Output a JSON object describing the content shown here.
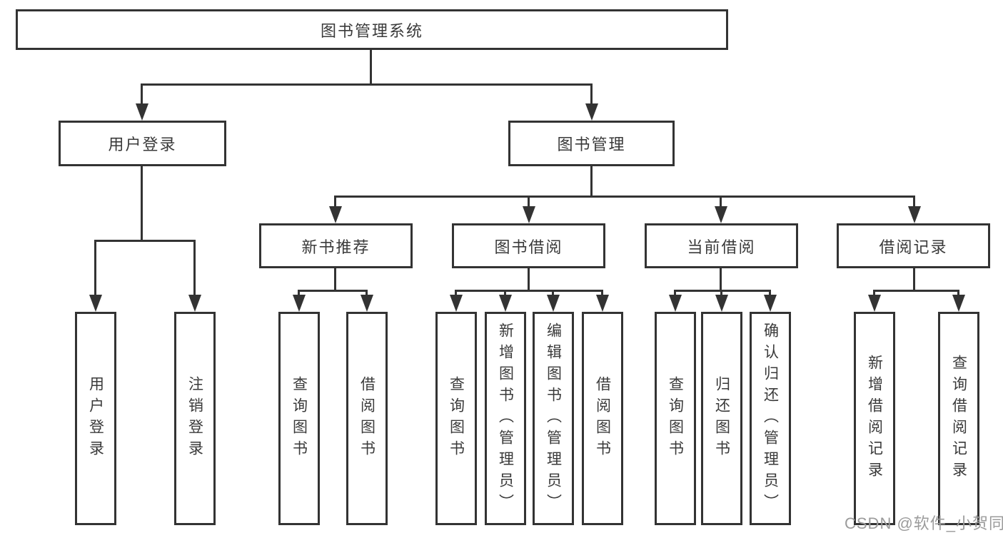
{
  "diagram": {
    "type": "tree",
    "title": "图书管理系统",
    "nodes": {
      "root": {
        "label": "图书管理系统"
      },
      "user_login": {
        "label": "用户登录"
      },
      "book_mgmt": {
        "label": "图书管理"
      },
      "new_book_rec": {
        "label": "新书推荐"
      },
      "book_borrow": {
        "label": "图书借阅"
      },
      "current_borrow": {
        "label": "当前借阅"
      },
      "borrow_record": {
        "label": "借阅记录"
      }
    },
    "leaves": [
      {
        "label": "用户登录",
        "parent": "用户登录"
      },
      {
        "label": "注销登录",
        "parent": "用户登录"
      },
      {
        "label": "查询图书",
        "parent": "新书推荐"
      },
      {
        "label": "借阅图书",
        "parent": "新书推荐"
      },
      {
        "label": "查询图书",
        "parent": "图书借阅"
      },
      {
        "label": "新增图书（管理员）",
        "parent": "图书借阅"
      },
      {
        "label": "编辑图书（管理员）",
        "parent": "图书借阅"
      },
      {
        "label": "借阅图书",
        "parent": "图书借阅"
      },
      {
        "label": "查询图书",
        "parent": "当前借阅"
      },
      {
        "label": "归还图书",
        "parent": "当前借阅"
      },
      {
        "label": "确认归还（管理员）",
        "parent": "当前借阅"
      },
      {
        "label": "新增借阅记录",
        "parent": "借阅记录"
      },
      {
        "label": "查询借阅记录",
        "parent": "借阅记录"
      }
    ],
    "hierarchy": {
      "图书管理系统": {
        "用户登录": [
          "用户登录",
          "注销登录"
        ],
        "图书管理": {
          "新书推荐": [
            "查询图书",
            "借阅图书"
          ],
          "图书借阅": [
            "查询图书",
            "新增图书（管理员）",
            "编辑图书（管理员）",
            "借阅图书"
          ],
          "当前借阅": [
            "查询图书",
            "归还图书",
            "确认归还（管理员）"
          ],
          "借阅记录": [
            "新增借阅记录",
            "查询借阅记录"
          ]
        }
      }
    },
    "colors": {
      "line": "#333333",
      "border": "#333333",
      "text": "#3a3a3a",
      "background": "#ffffff",
      "watermark": "#9b9b9b"
    }
  },
  "watermark": {
    "text": "CSDN @软件_小贺同学"
  }
}
